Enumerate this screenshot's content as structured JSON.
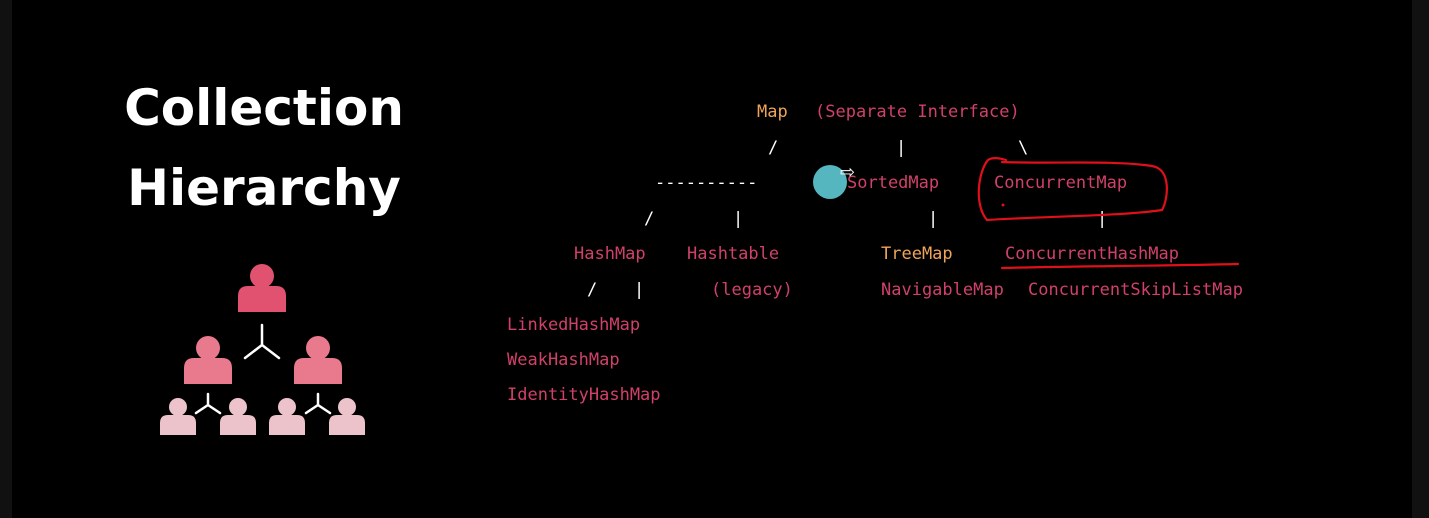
{
  "title": {
    "line1": "Collection",
    "line2": "Hierarchy"
  },
  "icon": "org-hierarchy-icon",
  "colors": {
    "background": "#000000",
    "class_pink": "#d0416a",
    "class_orange": "#f0a45a",
    "annotation_red": "#e0101a",
    "cursor": "#56b6c0"
  },
  "tree": {
    "root": {
      "name": "Map",
      "note": "(Separate Interface)"
    },
    "connectors": {
      "root_left": "/",
      "root_mid": "|",
      "root_right": "\\",
      "dashes": "----------",
      "l2_slash": "/",
      "l2_bar": "|",
      "sorted_bar": "|",
      "concurrent_bar": "|",
      "hm_slash": "/",
      "hm_bar": "|"
    },
    "nodes": {
      "sorted_map": "SortedMap",
      "concurrent_map": "ConcurrentMap",
      "hash_map": "HashMap",
      "hashtable": "Hashtable",
      "legacy_note": "(legacy)",
      "tree_map": "TreeMap",
      "concurrent_hash_map": "ConcurrentHashMap",
      "navigable_map": "NavigableMap",
      "concurrent_skip_list_map": "ConcurrentSkipListMap",
      "linked_hash_map": "LinkedHashMap",
      "weak_hash_map": "WeakHashMap",
      "identity_hash_map": "IdentityHashMap"
    }
  }
}
